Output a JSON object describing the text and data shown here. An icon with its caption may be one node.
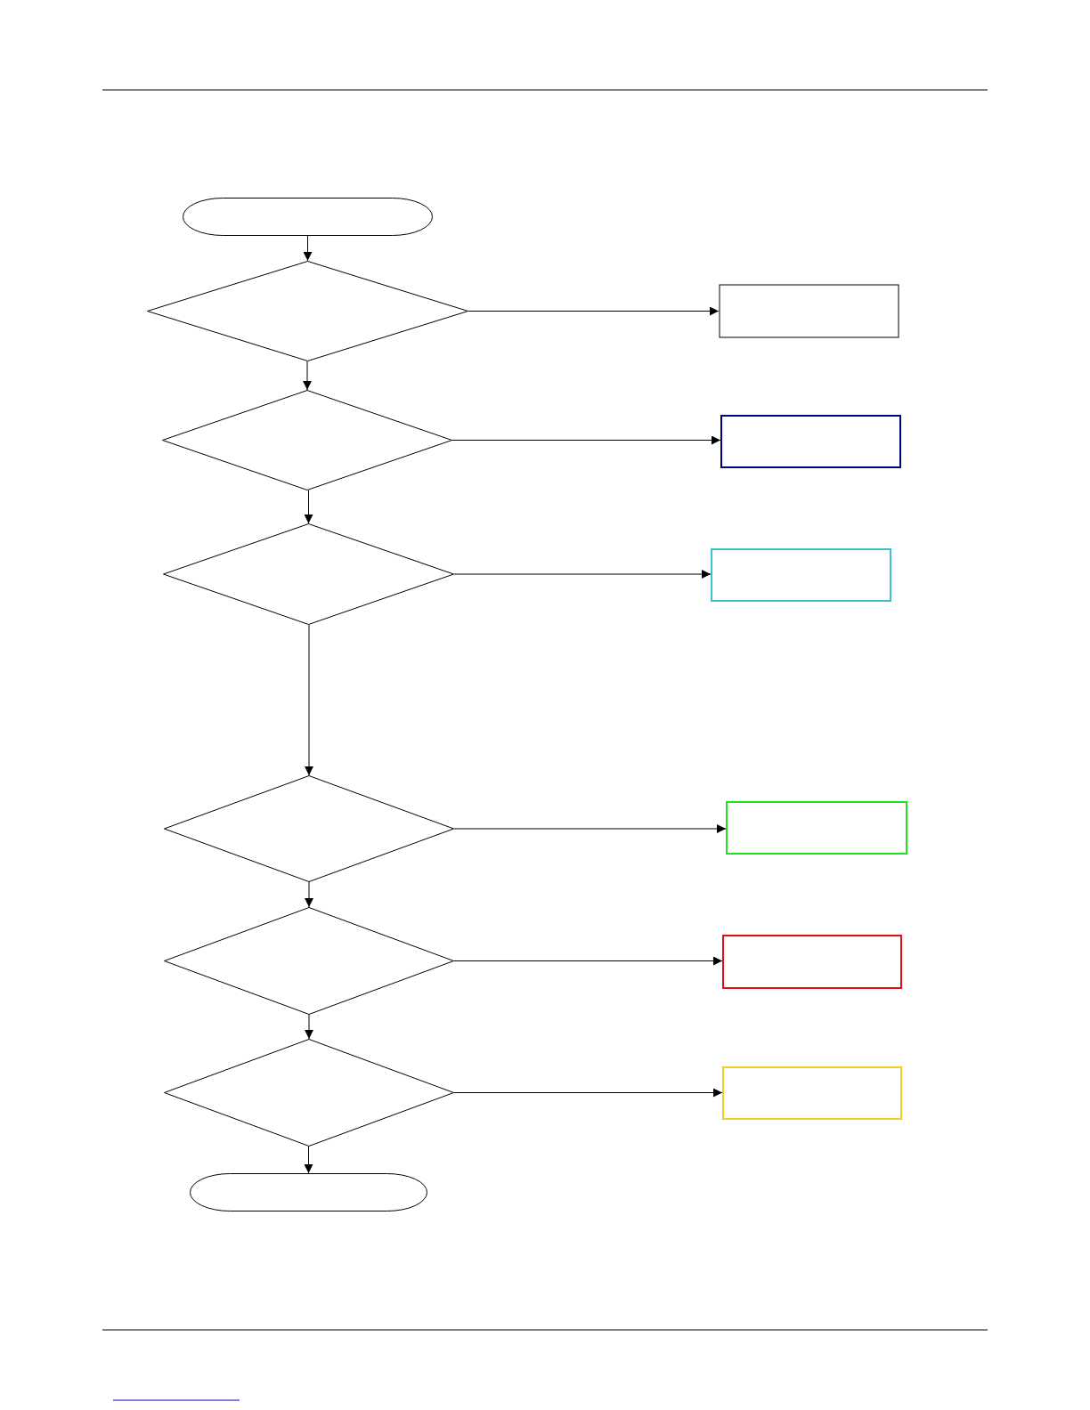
{
  "diagram": {
    "nodes": [
      {
        "text": [],
        "shape": "terminal"
      },
      {
        "text": [],
        "shape": "diamond"
      },
      {
        "text": [],
        "shape": "box"
      },
      {
        "text": [],
        "shape": "diamond"
      },
      {
        "text": [],
        "shape": "box"
      },
      {
        "text": [],
        "shape": "diamond"
      },
      {
        "text": [],
        "shape": "box"
      },
      {
        "text": [],
        "shape": "diamond"
      },
      {
        "text": [],
        "shape": "box"
      },
      {
        "text": [],
        "shape": "diamond"
      },
      {
        "text": [],
        "shape": "box"
      },
      {
        "text": [],
        "shape": "diamond"
      },
      {
        "text": [],
        "shape": "box"
      },
      {
        "text": [],
        "shape": "terminal"
      }
    ],
    "edges": [
      {
        "from": 0,
        "to": 1,
        "arrow": "to"
      },
      {
        "from": 1,
        "to": 2,
        "arrow": "to"
      },
      {
        "from": 1,
        "to": 3,
        "arrow": "to"
      },
      {
        "from": 3,
        "to": 4,
        "arrow": "to"
      },
      {
        "from": 3,
        "to": 5,
        "arrow": "to"
      },
      {
        "from": 5,
        "to": 6,
        "arrow": "to"
      },
      {
        "from": 5,
        "to": 7,
        "arrow": "to"
      },
      {
        "from": 7,
        "to": 8,
        "arrow": "to"
      },
      {
        "from": 7,
        "to": 9,
        "arrow": "to"
      },
      {
        "from": 9,
        "to": 10,
        "arrow": "to"
      },
      {
        "from": 9,
        "to": 11,
        "arrow": "to"
      },
      {
        "from": 11,
        "to": 12,
        "arrow": "to"
      },
      {
        "from": 11,
        "to": 13,
        "arrow": "to"
      }
    ]
  }
}
